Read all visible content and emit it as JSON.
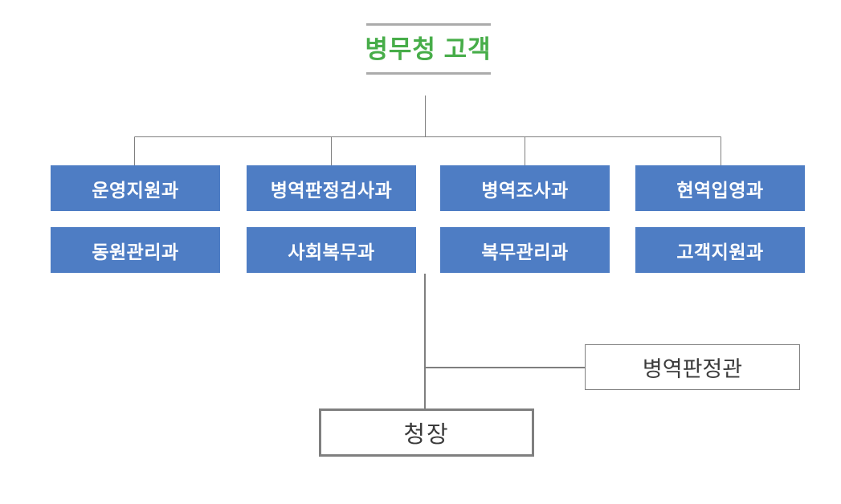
{
  "title": {
    "text": "병무청 고객"
  },
  "departments": {
    "row1": [
      "운영지원과",
      "병역판정검사과",
      "병역조사과",
      "현역입영과"
    ],
    "row2": [
      "동원관리과",
      "사회복무과",
      "복무관리과",
      "고객지원과"
    ]
  },
  "officer": {
    "label": "병역판정관"
  },
  "commissioner": {
    "label": "청장"
  },
  "colors": {
    "title_green": "#47AD49",
    "department_blue": "#4E7DC4",
    "department_text": "#FFFFFF",
    "connector_gray": "#7F7F7F",
    "title_rule_gray": "#ABABAB",
    "label_dark": "#3B3B3B",
    "background": "#FFFFFF"
  }
}
